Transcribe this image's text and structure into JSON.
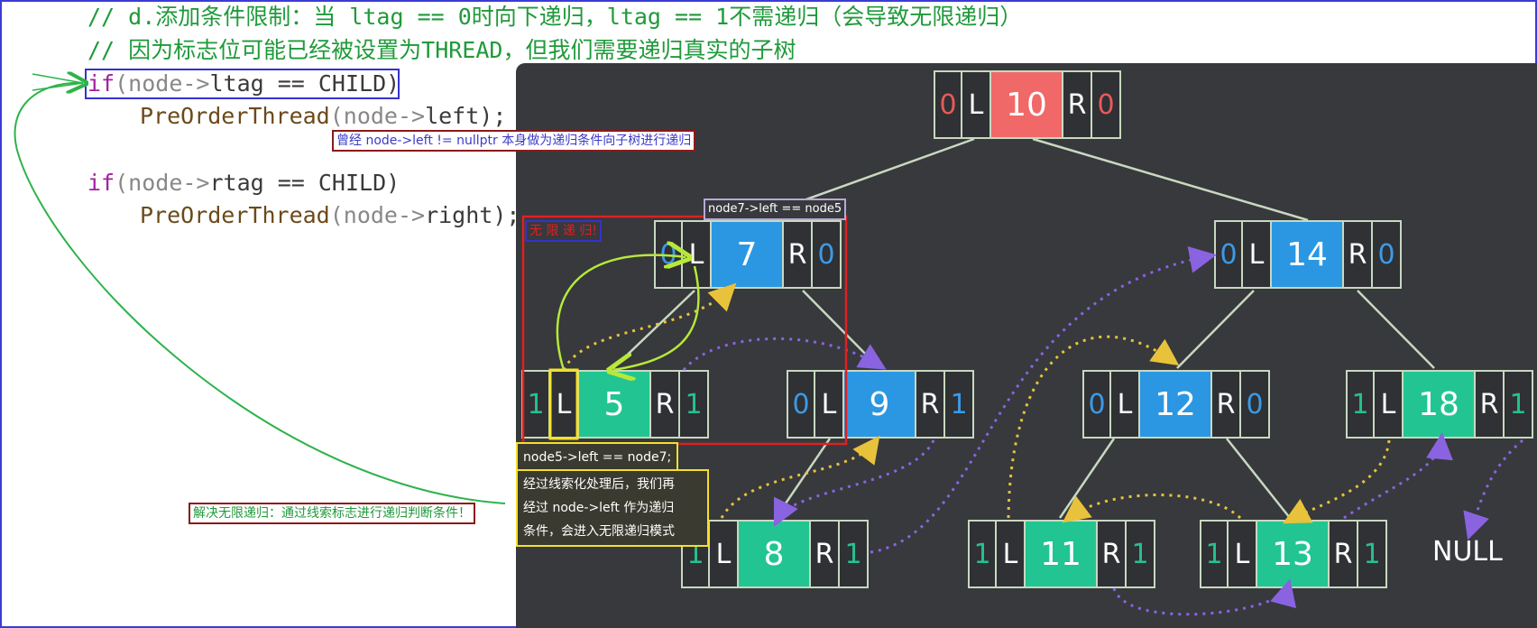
{
  "code": {
    "comment1": "// d.添加条件限制：当 ltag == 0时向下递归，ltag == 1不需递归（会导致无限递归）",
    "comment2": "// 因为标志位可能已经被设置为THREAD，但我们需要递归真实的子树",
    "if1_kw": "if",
    "if1_var": "(node->",
    "if1_rest": "ltag == CHILD)",
    "call1_fn": "PreOrderThread",
    "call1_var": "(node->",
    "call1_rest": "left);",
    "if2_kw": "if",
    "if2_var": "(node->",
    "if2_rest": "rtag == CHILD)",
    "call2_fn": "PreOrderThread",
    "call2_var": "(node->",
    "call2_rest": "right);"
  },
  "annotations": {
    "old_condition": "曾经 node->left != nullptr 本身做为递归条件向子树进行递归",
    "node7_left": "node7->left == node5",
    "infinite_recursion": "无 限 递 归!",
    "node5_left_lines": [
      "node5->left == node7;",
      "经过线索化处理后，我们再",
      "经过 node->left 作为递归",
      "条件，会进入无限递归模式"
    ],
    "solution": "解决无限递归：通过线索标志进行递归判断条件！"
  },
  "tree": {
    "nodes": [
      {
        "id": "n10",
        "value": "10",
        "ltag": "0",
        "rtag": "0",
        "ltag_color": "#e85a5a",
        "rtag_color": "#e85a5a",
        "val_color": "#f16868"
      },
      {
        "id": "n7",
        "value": "7",
        "ltag": "0",
        "rtag": "0",
        "ltag_color": "#3c9ae6",
        "rtag_color": "#3c9ae6",
        "val_color": "#2b97e3"
      },
      {
        "id": "n14",
        "value": "14",
        "ltag": "0",
        "rtag": "0",
        "ltag_color": "#3c9ae6",
        "rtag_color": "#3c9ae6",
        "val_color": "#2b97e3"
      },
      {
        "id": "n5",
        "value": "5",
        "ltag": "1",
        "rtag": "1",
        "ltag_color": "#25c28e",
        "rtag_color": "#25c28e",
        "val_color": "#22c592"
      },
      {
        "id": "n9",
        "value": "9",
        "ltag": "0",
        "rtag": "1",
        "ltag_color": "#3c9ae6",
        "rtag_color": "#3c9ae6",
        "val_color": "#2b97e3"
      },
      {
        "id": "n12",
        "value": "12",
        "ltag": "0",
        "rtag": "0",
        "ltag_color": "#3c9ae6",
        "rtag_color": "#3c9ae6",
        "val_color": "#2b97e3"
      },
      {
        "id": "n18",
        "value": "18",
        "ltag": "1",
        "rtag": "1",
        "ltag_color": "#25c28e",
        "rtag_color": "#25c28e",
        "val_color": "#22c592"
      },
      {
        "id": "n8",
        "value": "8",
        "ltag": "1",
        "rtag": "1",
        "ltag_color": "#25c28e",
        "rtag_color": "#25c28e",
        "val_color": "#22c592"
      },
      {
        "id": "n11",
        "value": "11",
        "ltag": "1",
        "rtag": "1",
        "ltag_color": "#25c28e",
        "rtag_color": "#25c28e",
        "val_color": "#22c592"
      },
      {
        "id": "n13",
        "value": "13",
        "ltag": "1",
        "rtag": "1",
        "ltag_color": "#25c28e",
        "rtag_color": "#25c28e",
        "val_color": "#22c592"
      }
    ],
    "left_label": "L",
    "right_label": "R",
    "null_label": "NULL"
  },
  "colors": {
    "panel_bg": "#37393d",
    "comment": "#1f9a3a",
    "keyword": "#a020a0",
    "thread_purple": "#8a63e0",
    "thread_yellow": "#e8c23a",
    "highlight_red": "#e02020",
    "highlight_yellow": "#f4e02a",
    "arrow_green": "#2db34a",
    "arrow_lime": "#b8e838"
  }
}
